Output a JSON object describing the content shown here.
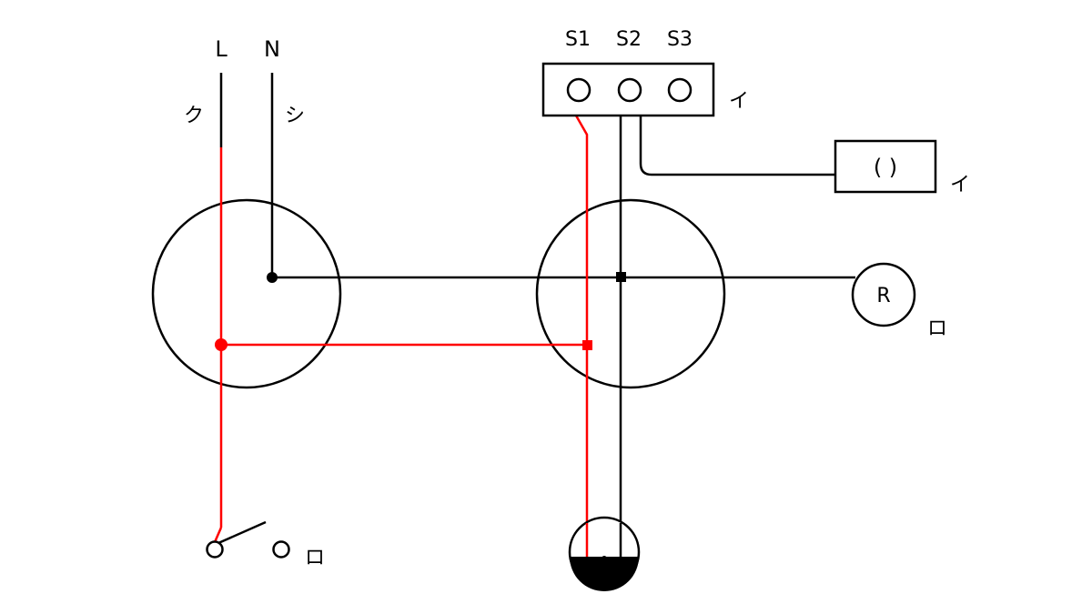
{
  "colors": {
    "background": "#ffffff",
    "wire": "#000000",
    "live_wire": "#ff0000"
  },
  "labels": {
    "line_L": "L",
    "line_N": "N",
    "wire_ku": "ク",
    "wire_shi": "シ",
    "terminal_s1": "S1",
    "terminal_s2": "S2",
    "terminal_s3": "S3",
    "tag_i_terminal_block": "イ",
    "tag_i_connector": "イ",
    "tag_ro_receptacle": "ロ",
    "tag_ro_switch": "ロ",
    "receptacle_letter": "R",
    "connector_text": "(  )"
  }
}
